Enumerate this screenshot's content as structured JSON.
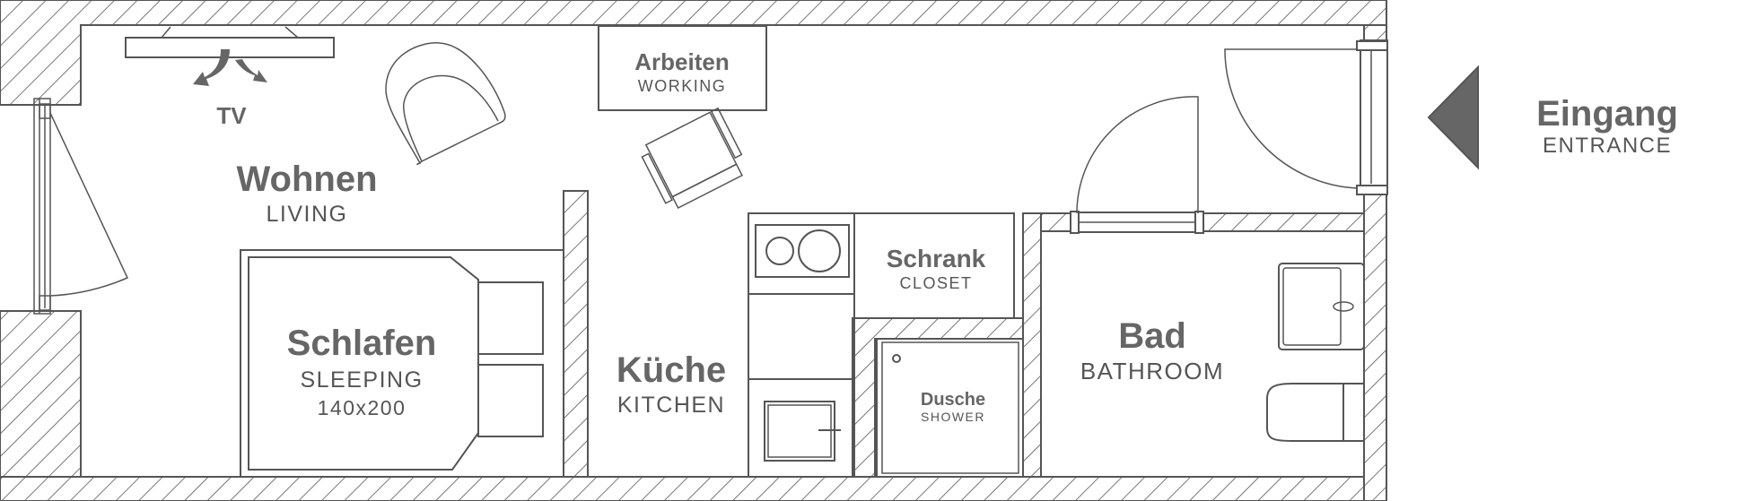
{
  "plan": {
    "wall_color": "#555555",
    "label_color": "#666666",
    "accent_color": "#666666"
  },
  "rooms": {
    "tv": {
      "label": "TV"
    },
    "living": {
      "title": "Wohnen",
      "subtitle": "LIVING"
    },
    "working": {
      "title": "Arbeiten",
      "subtitle": "WORKING"
    },
    "sleeping": {
      "title": "Schlafen",
      "subtitle": "SLEEPING",
      "size": "140x200"
    },
    "kitchen": {
      "title": "Küche",
      "subtitle": "KITCHEN"
    },
    "closet": {
      "title": "Schrank",
      "subtitle": "CLOSET"
    },
    "shower": {
      "title": "Dusche",
      "subtitle": "SHOWER"
    },
    "bathroom": {
      "title": "Bad",
      "subtitle": "BATHROOM"
    }
  },
  "entrance": {
    "title": "Eingang",
    "subtitle": "ENTRANCE",
    "icon": "arrow-left-triangle-icon"
  }
}
